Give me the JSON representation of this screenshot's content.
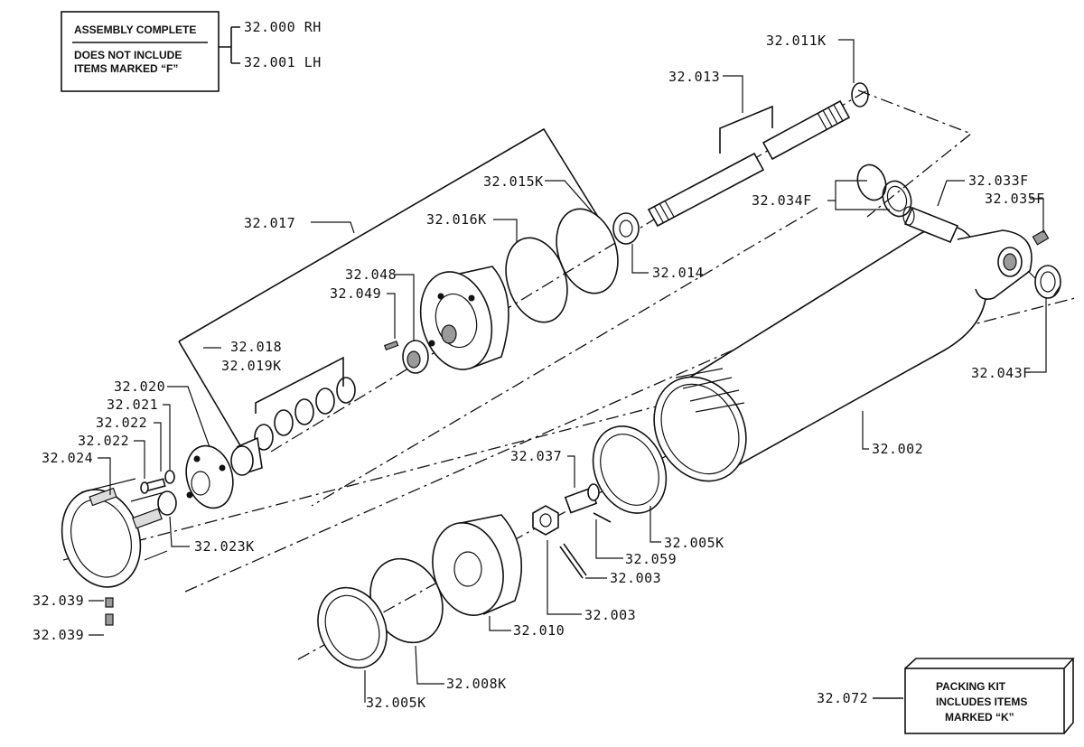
{
  "notes": {
    "assembly_title": "ASSEMBLY COMPLETE",
    "assembly_line1": "DOES NOT INCLUDE",
    "assembly_line2": "ITEMS MARKED “F”",
    "kit_line1": "PACKING  KIT",
    "kit_line2": "INCLUDES ITEMS",
    "kit_line3": "MARKED  “K”"
  },
  "labels": {
    "rh": "32.000 RH",
    "lh": "32.001 LH",
    "p002": "32.002",
    "p003a": "32.003",
    "p003b": "32.003",
    "p005a": "32.005K",
    "p005b": "32.005K",
    "p008": "32.008K",
    "p010": "32.010",
    "p011": "32.011K",
    "p013": "32.013",
    "p014": "32.014",
    "p015": "32.015K",
    "p016": "32.016K",
    "p017": "32.017",
    "p018": "32.018",
    "p019": "32.019K",
    "p020": "32.020",
    "p021": "32.021",
    "p022a": "32.022",
    "p022b": "32.022",
    "p023": "32.023K",
    "p024": "32.024",
    "p033": "32.033F",
    "p034": "32.034F",
    "p035": "32.035F",
    "p037": "32.037",
    "p039a": "32.039",
    "p039b": "32.039",
    "p043": "32.043F",
    "p048": "32.048",
    "p049": "32.049",
    "p059": "32.059",
    "p072": "32.072"
  }
}
